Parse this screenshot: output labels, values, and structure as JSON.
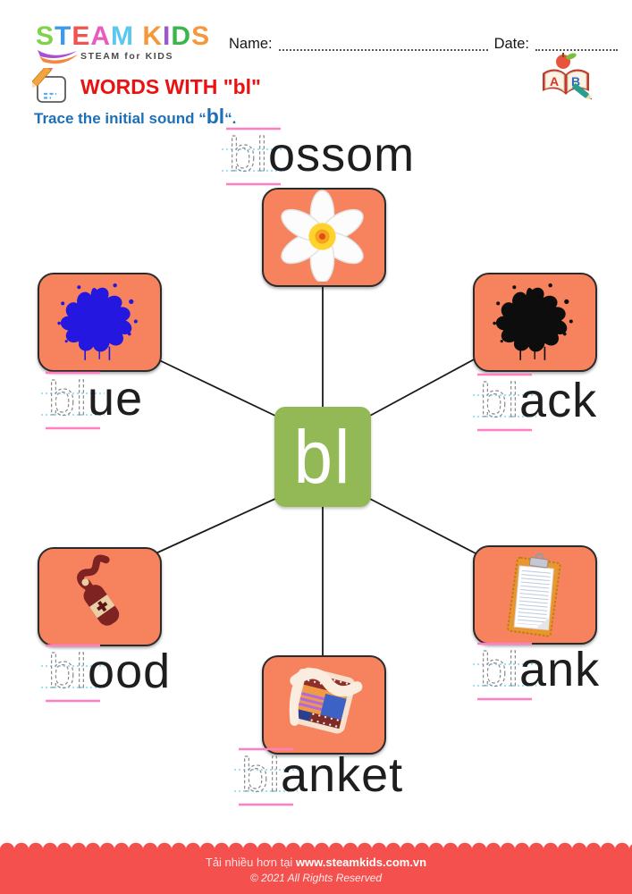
{
  "logo": {
    "letters": [
      {
        "ch": "S",
        "color": "#7ED348"
      },
      {
        "ch": "T",
        "color": "#3D9AE8"
      },
      {
        "ch": "E",
        "color": "#F0544F"
      },
      {
        "ch": "A",
        "color": "#E85BC0"
      },
      {
        "ch": "M",
        "color": "#5BC8F0"
      },
      {
        "ch": " ",
        "color": "#000000"
      },
      {
        "ch": "K",
        "color": "#F5973C"
      },
      {
        "ch": "I",
        "color": "#9B59D0"
      },
      {
        "ch": "D",
        "color": "#3CB54A"
      },
      {
        "ch": "S",
        "color": "#F5973C"
      }
    ],
    "tagline": "STEAM for KIDS"
  },
  "form": {
    "name_label": "Name:",
    "date_label": "Date:"
  },
  "header": {
    "title": "WORDS WITH \"bl\"",
    "instruction_prefix": "Trace the initial sound “",
    "instruction_sound": "bl",
    "instruction_suffix": "“."
  },
  "abc_icon": {
    "letter_a": "A",
    "letter_b": "B"
  },
  "center": {
    "label": "bl"
  },
  "words": [
    {
      "trace": "bl",
      "rest": "ossom",
      "item": "flower-blossom"
    },
    {
      "trace": "bl",
      "rest": "ue",
      "item": "blue-paint-splat"
    },
    {
      "trace": "bl",
      "rest": "ack",
      "item": "black-paint-splat"
    },
    {
      "trace": "bl",
      "rest": "ood",
      "item": "blood-bottle"
    },
    {
      "trace": "bl",
      "rest": "ank",
      "item": "blank-clipboard"
    },
    {
      "trace": "bl",
      "rest": "anket",
      "item": "folded-blanket"
    }
  ],
  "footer": {
    "line1_prefix": "Tải nhiều hơn tại ",
    "line1_site": "www.steamkids.com.vn",
    "line2": "© 2021 All Rights Reserved"
  },
  "colors": {
    "card_bg": "#F7835E",
    "card_border": "#2B2B2B",
    "center_bg": "#93B956",
    "guide_pink": "#FF7FC0",
    "guide_blue_dotted": "#7FD6F2",
    "trace_gray": "#8A8A8A",
    "word_black": "#1E1E1E",
    "title_red": "#EA1111",
    "instruction_blue": "#1D70B7",
    "footer_red": "#F4504E",
    "splat_blue": "#2417E0",
    "splat_black": "#0D0D0D"
  }
}
